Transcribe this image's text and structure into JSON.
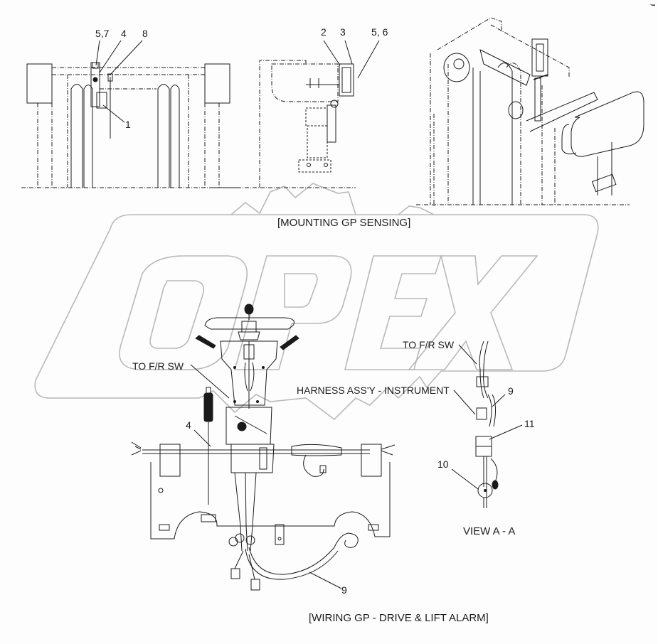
{
  "diagram": {
    "type": "parts-catalog-illustration",
    "watermark": {
      "text": "OPEX",
      "color": "#b9b9b9"
    },
    "colors": {
      "line": "#1a1a1a",
      "watermark": "#b9b9b9",
      "background": "#fcfdfc"
    }
  },
  "top_section": {
    "caption": "[MOUNTING GP SENSING]",
    "front_view": {
      "callouts": [
        {
          "id": "c-57",
          "label": "5,7"
        },
        {
          "id": "c-4",
          "label": "4"
        },
        {
          "id": "c-8",
          "label": "8"
        },
        {
          "id": "c-1",
          "label": "1"
        }
      ]
    },
    "side_view": {
      "callouts": [
        {
          "id": "c-2",
          "label": "2"
        },
        {
          "id": "c-3",
          "label": "3"
        },
        {
          "id": "c-56",
          "label": "5, 6"
        }
      ]
    },
    "iso_view": {
      "callouts": []
    }
  },
  "bottom_section": {
    "caption": "[WIRING GP - DRIVE & LIFT ALARM]",
    "main_view": {
      "labels": [
        {
          "id": "to-fr-sw-left",
          "text": "TO F/R SW"
        },
        {
          "id": "harness-instrument",
          "text": "HARNESS ASS'Y - INSTRUMENT"
        }
      ],
      "callouts": [
        {
          "id": "c-4b",
          "label": "4"
        },
        {
          "id": "c-9b",
          "label": "9"
        }
      ]
    },
    "detail_view": {
      "title": "VIEW  A - A",
      "labels": [
        {
          "id": "to-fr-sw-right",
          "text": "TO F/R SW"
        }
      ],
      "callouts": [
        {
          "id": "c-9a",
          "label": "9"
        },
        {
          "id": "c-11",
          "label": "11"
        },
        {
          "id": "c-10",
          "label": "10"
        }
      ]
    }
  }
}
